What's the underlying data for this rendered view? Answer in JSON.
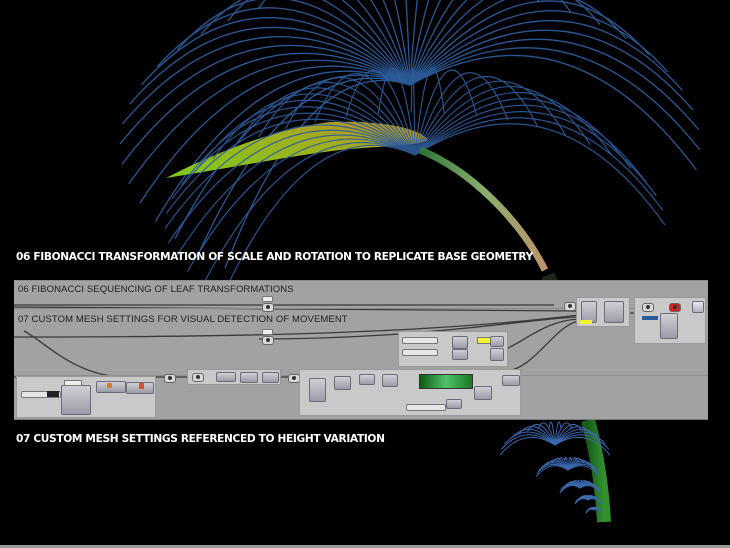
{
  "headings": {
    "section_06": "06  FIBONACCI TRANSFORMATION OF SCALE AND ROTATION TO REPLICATE BASE GEOMETRY",
    "section_07": "07  CUSTOM MESH SETTINGS REFERENCED TO HEIGHT VARIATION"
  },
  "definition_canvas": {
    "group_06_label": "06  FIBONACCI SEQUENCING OF LEAF TRANSFORMATIONS",
    "group_07_label": "07  CUSTOM MESH SETTINGS FOR VISUAL DETECTION OF MOVEMENT"
  },
  "colors": {
    "background": "#000000",
    "canvas": "#a2a2a2",
    "wireframe_blue": "#2d5a9a",
    "leaf_green": "#8fd12a",
    "leaf_yellow": "#c8b42a",
    "stem_green": "#3a8a3a",
    "gradient_green": "#1f8f2a",
    "panel_yellow": "#f2f232",
    "highlight_red": "#d42020"
  },
  "icons": {
    "wireframe": "radial-curve-fan",
    "leaf": "leaf-surface",
    "stem": "curved-stem"
  }
}
